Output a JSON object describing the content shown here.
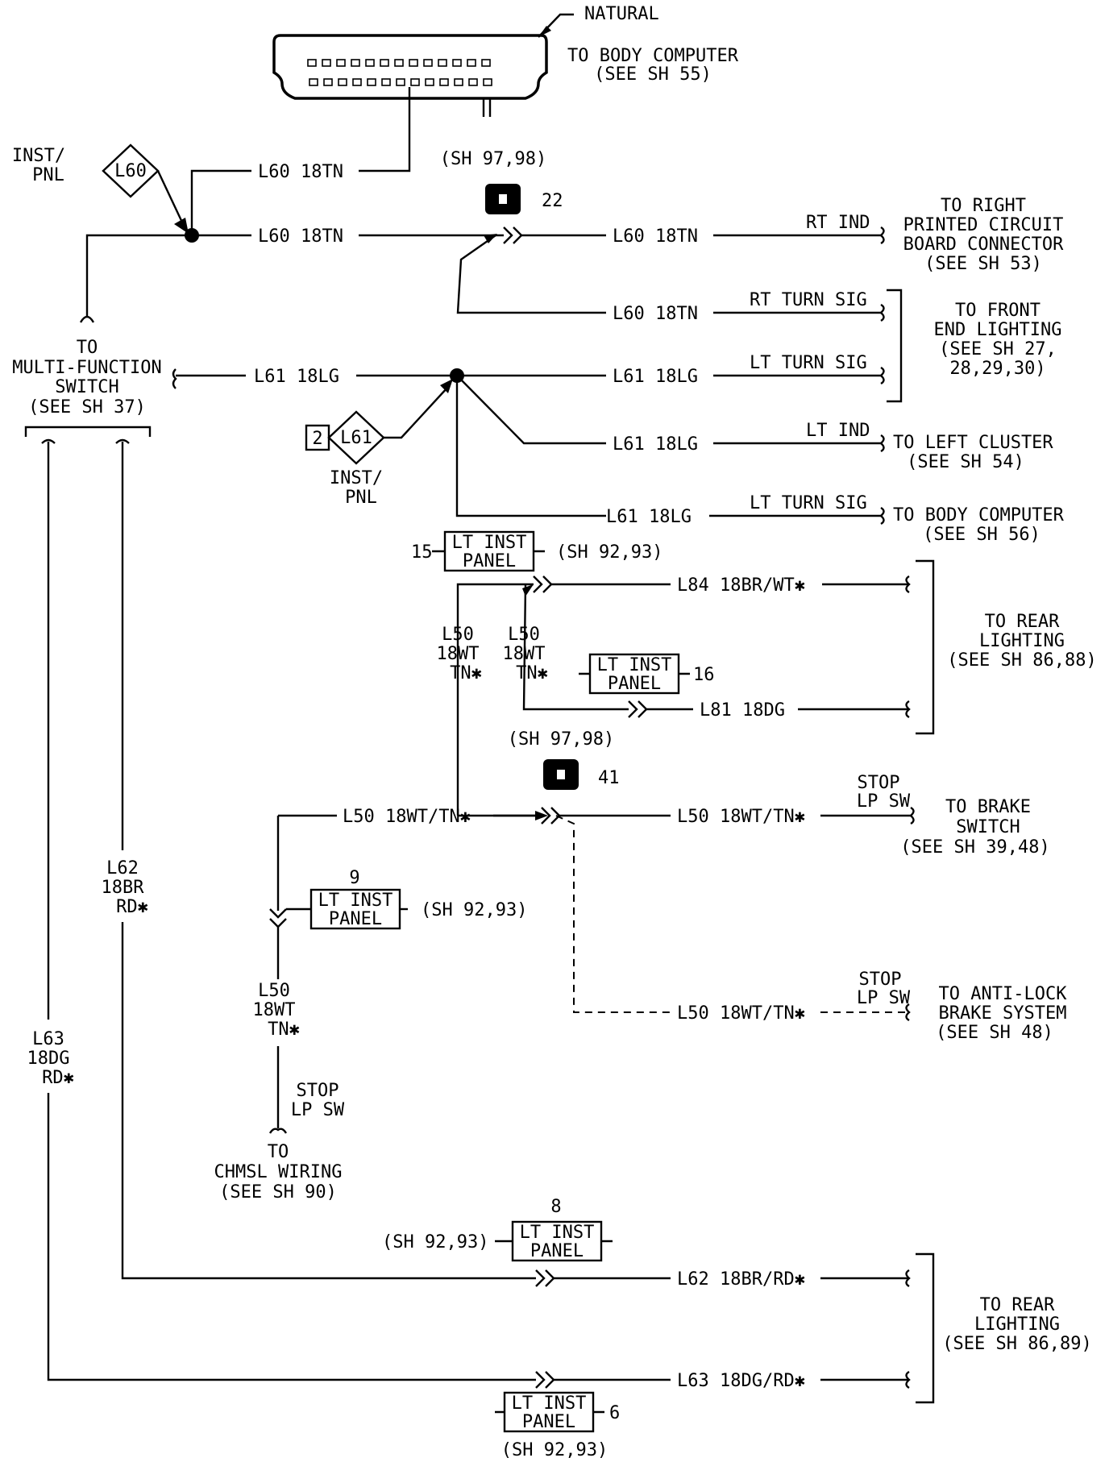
{
  "connector": {
    "color_label": "NATURAL",
    "dest": [
      "TO BODY COMPUTER",
      "(SEE SH 55)"
    ]
  },
  "splices": [
    {
      "id": "L60",
      "location": [
        "INST/",
        "PNL"
      ]
    },
    {
      "id": "L61",
      "location": [
        "INST/",
        "PNL"
      ],
      "sheet_num": "2"
    }
  ],
  "wires": {
    "l60_in": "L60 18TN",
    "l60_main": "L60 18TN",
    "l60_rt_ind": "L60 18TN",
    "l60_rt_turn": "L60 18TN",
    "l61_main": "L61 18LG",
    "l61_lt_turn": "L61 18LG",
    "l61_lt_ind": "L61 18LG",
    "l61_body": "L61 18LG",
    "l84": "L84 18BR/WT✱",
    "l81": "L81 18DG",
    "l50_a": [
      "L50",
      "18WT",
      "TN✱"
    ],
    "l50_b": [
      "L50",
      "18WT",
      "TN✱"
    ],
    "l50_left": "L50 18WT/TN✱",
    "l50_right": "L50 18WT/TN✱",
    "l50_abs": "L50 18WT/TN✱",
    "l50_down": [
      "L50",
      "18WT",
      "TN✱"
    ],
    "l62_vert": [
      "L62",
      "18BR",
      "RD✱"
    ],
    "l63_vert": [
      "L63",
      "18DG",
      "RD✱"
    ],
    "l62": "L62 18BR/RD✱",
    "l63": "L63 18DG/RD✱"
  },
  "circuit_labels": {
    "rt_ind": "RT IND",
    "rt_turn": "RT TURN SIG",
    "lt_turn": "LT TURN SIG",
    "lt_ind": "LT IND",
    "lt_turn_body": "LT TURN SIG",
    "stop_brake": [
      "STOP",
      "LP SW"
    ],
    "stop_abs": [
      "STOP",
      "LP SW"
    ],
    "stop_chmsl": [
      "STOP",
      "LP SW"
    ]
  },
  "destinations": {
    "right_pcb": [
      "TO RIGHT",
      "PRINTED CIRCUIT",
      "BOARD CONNECTOR",
      "(SEE SH 53)"
    ],
    "front_lighting": [
      "TO FRONT",
      "END LIGHTING",
      "(SEE SH 27,",
      "28,29,30)"
    ],
    "multi_function": [
      "TO",
      "MULTI-FUNCTION",
      "SWITCH",
      "(SEE SH 37)"
    ],
    "left_cluster": [
      "TO LEFT CLUSTER",
      "(SEE SH 54)"
    ],
    "body_computer": [
      "TO BODY COMPUTER",
      "(SEE SH 56)"
    ],
    "rear_lighting_1": [
      "TO REAR",
      "LIGHTING",
      "(SEE SH 86,88)"
    ],
    "brake_switch": [
      "TO BRAKE",
      "SWITCH",
      "(SEE SH 39,48)"
    ],
    "abs": [
      "TO ANTI-LOCK",
      "BRAKE SYSTEM",
      "(SEE SH 48)"
    ],
    "chmsl": [
      "TO",
      "CHMSL WIRING",
      "(SEE SH 90)"
    ],
    "rear_lighting_2": [
      "TO REAR",
      "LIGHTING",
      "(SEE SH 86,89)"
    ]
  },
  "inline_connectors": [
    {
      "id": "22",
      "ref": "(SH 97,98)"
    },
    {
      "id": "41",
      "ref": "(SH 97,98)"
    }
  ],
  "panel_connectors": [
    {
      "num": "15",
      "label": [
        "LT INST",
        "PANEL"
      ],
      "ref": "(SH 92,93)"
    },
    {
      "num": "16",
      "label": [
        "LT INST",
        "PANEL"
      ]
    },
    {
      "num": "9",
      "label": [
        "LT INST",
        "PANEL"
      ],
      "ref": "(SH 92,93)"
    },
    {
      "num": "8",
      "label": [
        "LT INST",
        "PANEL"
      ],
      "ref": "(SH 92,93)"
    },
    {
      "num": "6",
      "label": [
        "LT INST",
        "PANEL"
      ],
      "ref": "(SH 92,93)"
    }
  ]
}
